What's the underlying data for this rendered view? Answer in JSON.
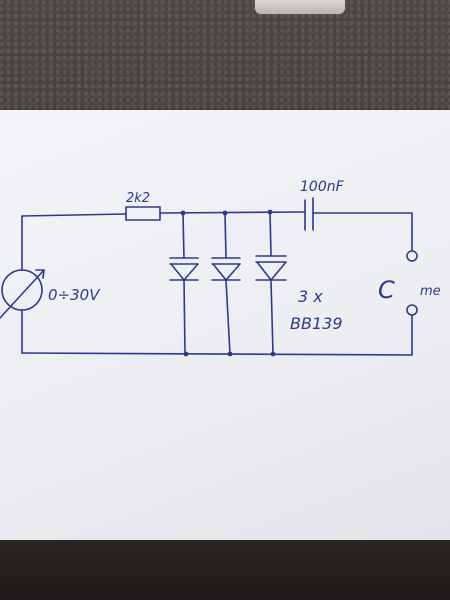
{
  "labels": {
    "resistor": "2k2",
    "capacitor": "100nF",
    "voltage_source": "0÷30V",
    "diode_count": "3 x",
    "diode_part": "BB139",
    "terminal": "C",
    "terminal_suffix": "me"
  },
  "colors": {
    "ink": "#2b3a8f",
    "paper": "#eceef2",
    "background": "#3a3836"
  }
}
